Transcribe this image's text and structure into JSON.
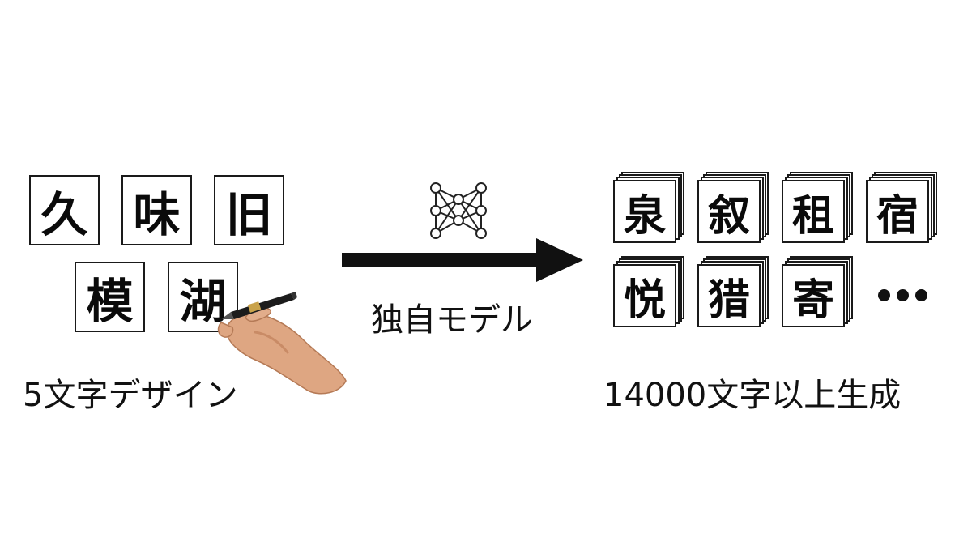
{
  "input_glyphs": [
    "久",
    "味",
    "旧",
    "模",
    "湖"
  ],
  "input_caption": "5文字デザイン",
  "model_label": "独自モデル",
  "model_icon": "neural-network-icon",
  "output_glyphs": [
    "泉",
    "叙",
    "租",
    "宿",
    "悦",
    "猎",
    "寄"
  ],
  "output_caption": "14000文字以上生成",
  "hand_icon": "hand-with-pen-icon",
  "colors": {
    "ink": "#111111",
    "skin": "#dea682",
    "skin_shade": "#c98b66",
    "pen": "#1c1c1c"
  }
}
